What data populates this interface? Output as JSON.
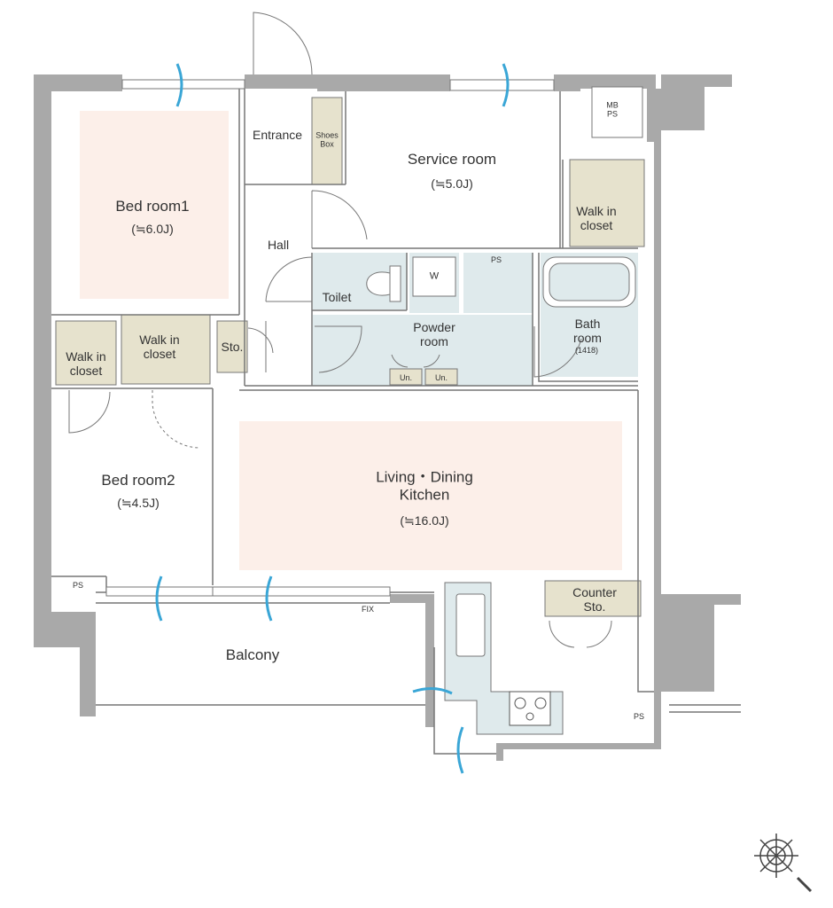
{
  "rooms": {
    "entrance": "Entrance",
    "shoes_box": [
      "Shoes",
      "Box"
    ],
    "service_room": "Service room",
    "service_room_size": "(≒5.0J)",
    "walk_in_closet_1": [
      "Walk in",
      "closet"
    ],
    "bed_room_1": "Bed room1",
    "bed_room_1_size": "(≒6.0J)",
    "hall": "Hall",
    "toilet": "Toilet",
    "washer": "W",
    "powder_room": [
      "Powder",
      "room"
    ],
    "bath_room": [
      "Bath",
      "room"
    ],
    "bath_size": "(1418)",
    "walk_in_closet_2": [
      "Walk in",
      "closet"
    ],
    "walk_in_closet_3": [
      "Walk in",
      "closet"
    ],
    "storage": "Sto.",
    "un_1": "Un.",
    "un_2": "Un.",
    "bed_room_2": "Bed room2",
    "bed_room_2_size": "(≒4.5J)",
    "ldk": [
      "Living・Dining",
      "Kitchen"
    ],
    "ldk_size": "(≒16.0J)",
    "counter_storage": [
      "Counter",
      "Sto."
    ],
    "balcony": "Balcony"
  },
  "markers": {
    "mb_ps": [
      "MB",
      "PS"
    ],
    "ps_top": "PS",
    "ps_bed2": "PS",
    "ps_kitchen": "PS",
    "fix": "FIX"
  },
  "colors": {
    "wall": "#a9a9a9",
    "bedroom_fill": "#fcefe9",
    "storage_fill": "#e6e2cd",
    "wet_fill": "#dfeaec",
    "line": "#777777",
    "vent_blue": "#3aa6d6",
    "vent_orange": "#f2a94a"
  },
  "icons": [
    "compass-icon",
    "stove-icon",
    "bathtub-icon",
    "toilet-icon"
  ]
}
